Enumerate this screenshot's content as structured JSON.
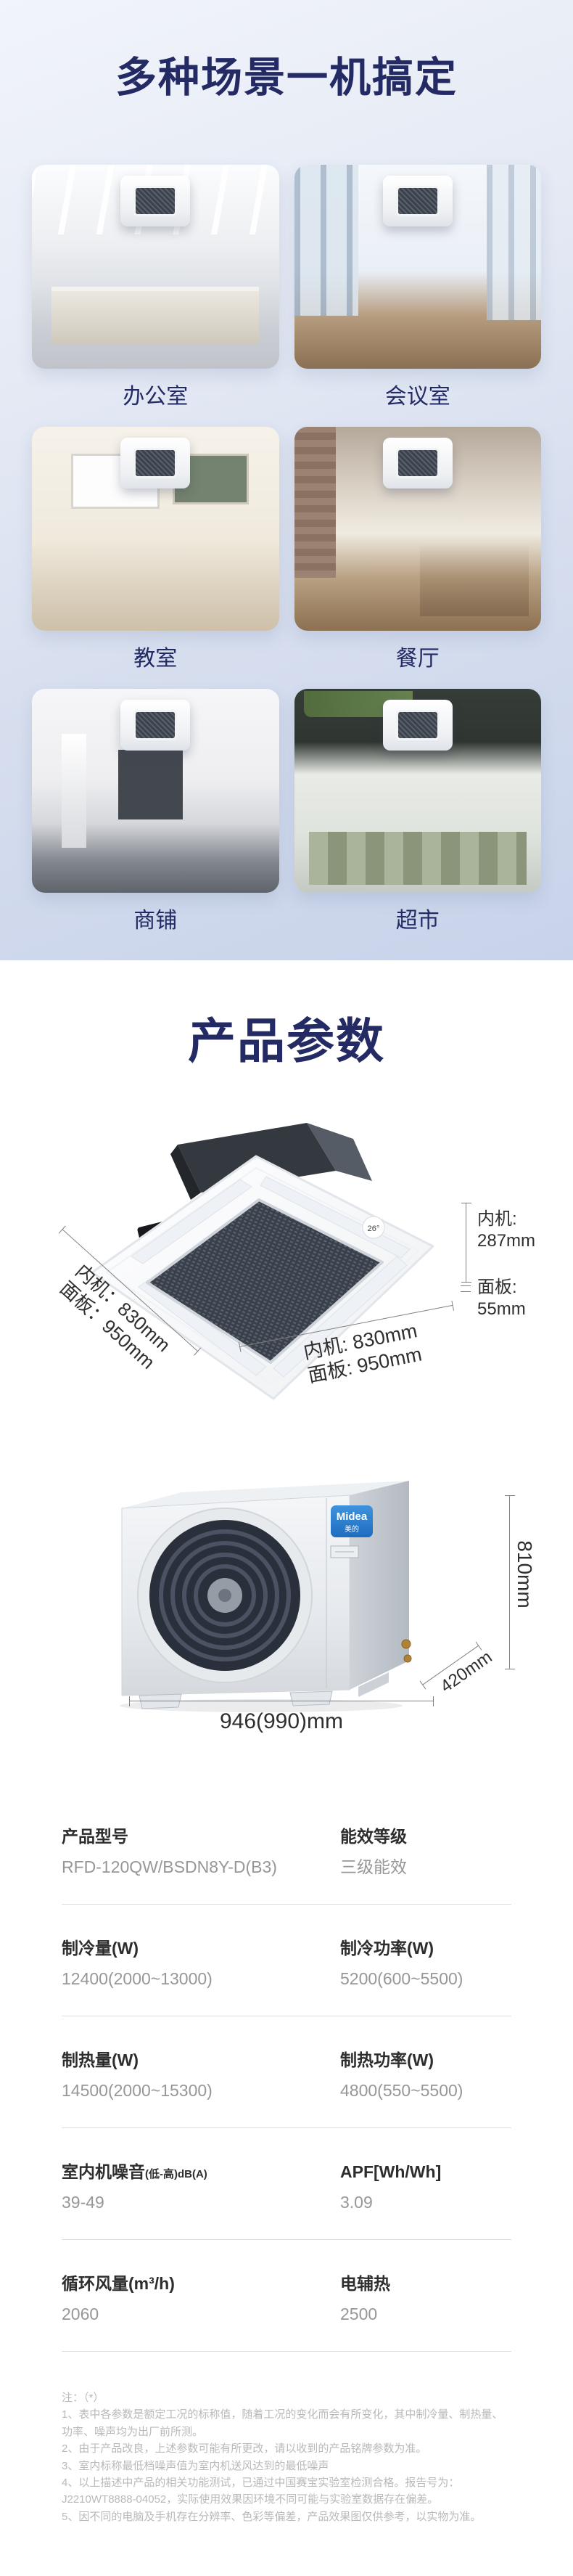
{
  "hero": {
    "title": "多种场景一机搞定"
  },
  "scenes": [
    {
      "label": "办公室"
    },
    {
      "label": "会议室"
    },
    {
      "label": "教室"
    },
    {
      "label": "餐厅"
    },
    {
      "label": "商铺"
    },
    {
      "label": "超市"
    }
  ],
  "params": {
    "title": "产品参数"
  },
  "indoor_unit": {
    "display_temp": "26°",
    "height_label": "内机:",
    "height_value": "287mm",
    "panel_thickness_label": "面板:",
    "panel_thickness_value": "55mm",
    "side_width_line1": "内机：830mm",
    "side_width_line2": "面板：950mm",
    "bottom_width_line1": "内机: 830mm",
    "bottom_width_line2": "面板: 950mm"
  },
  "outdoor_unit": {
    "brand": "Midea",
    "brand_cn": "美的",
    "height": "810mm",
    "width": "946(990)mm",
    "depth": "420mm"
  },
  "specs": {
    "items": [
      {
        "label": "产品型号",
        "suffix": "",
        "value": "RFD-120QW/BSDN8Y-D(B3)"
      },
      {
        "label": "能效等级",
        "suffix": "",
        "value": "三级能效"
      },
      {
        "label": "制冷量(W)",
        "suffix": "",
        "value": "12400(2000~13000)"
      },
      {
        "label": "制冷功率(W)",
        "suffix": "",
        "value": "5200(600~5500)"
      },
      {
        "label": "制热量(W)",
        "suffix": "",
        "value": "14500(2000~15300)"
      },
      {
        "label": "制热功率(W)",
        "suffix": "",
        "value": "4800(550~5500)"
      },
      {
        "label": "室内机噪音",
        "suffix": "(低-高)dB(A)",
        "value": "39-49"
      },
      {
        "label": "APF[Wh/Wh]",
        "suffix": "",
        "value": "3.09"
      },
      {
        "label": "循环风量(m³/h)",
        "suffix": "",
        "value": "2060"
      },
      {
        "label": "电辅热",
        "suffix": "",
        "value": "2500"
      }
    ]
  },
  "notes": {
    "heading": "注：（*）",
    "items": [
      "1、表中各参数是额定工况的标称值，随着工况的变化而会有所变化，其中制冷量、制热量、功率、噪声均为出厂前所测。",
      "2、由于产品改良，上述参数可能有所更改，请以收到的产品铭牌参数为准。",
      "3、室内标称最低档噪声值为室内机送风达到的最低噪声",
      "4、以上描述中产品的相关功能测试，已通过中国赛宝实验室检测合格。报告号为：J2210WT8888-04052，实际使用效果因环境不同可能与实验室数据存在偏差。",
      "5、因不同的电脑及手机存在分辨率、色彩等偏差，产品效果图仅供参考，以实物为准。"
    ]
  },
  "colors": {
    "navy": "#232a64",
    "hero_bg_top": "#f1f4fa",
    "hero_bg_bottom": "#c8d3ea",
    "spec_label": "#2d2d2d",
    "spec_value": "#979797",
    "note_text": "#b9b9b9",
    "midea_blue": "#2a7fd4"
  }
}
